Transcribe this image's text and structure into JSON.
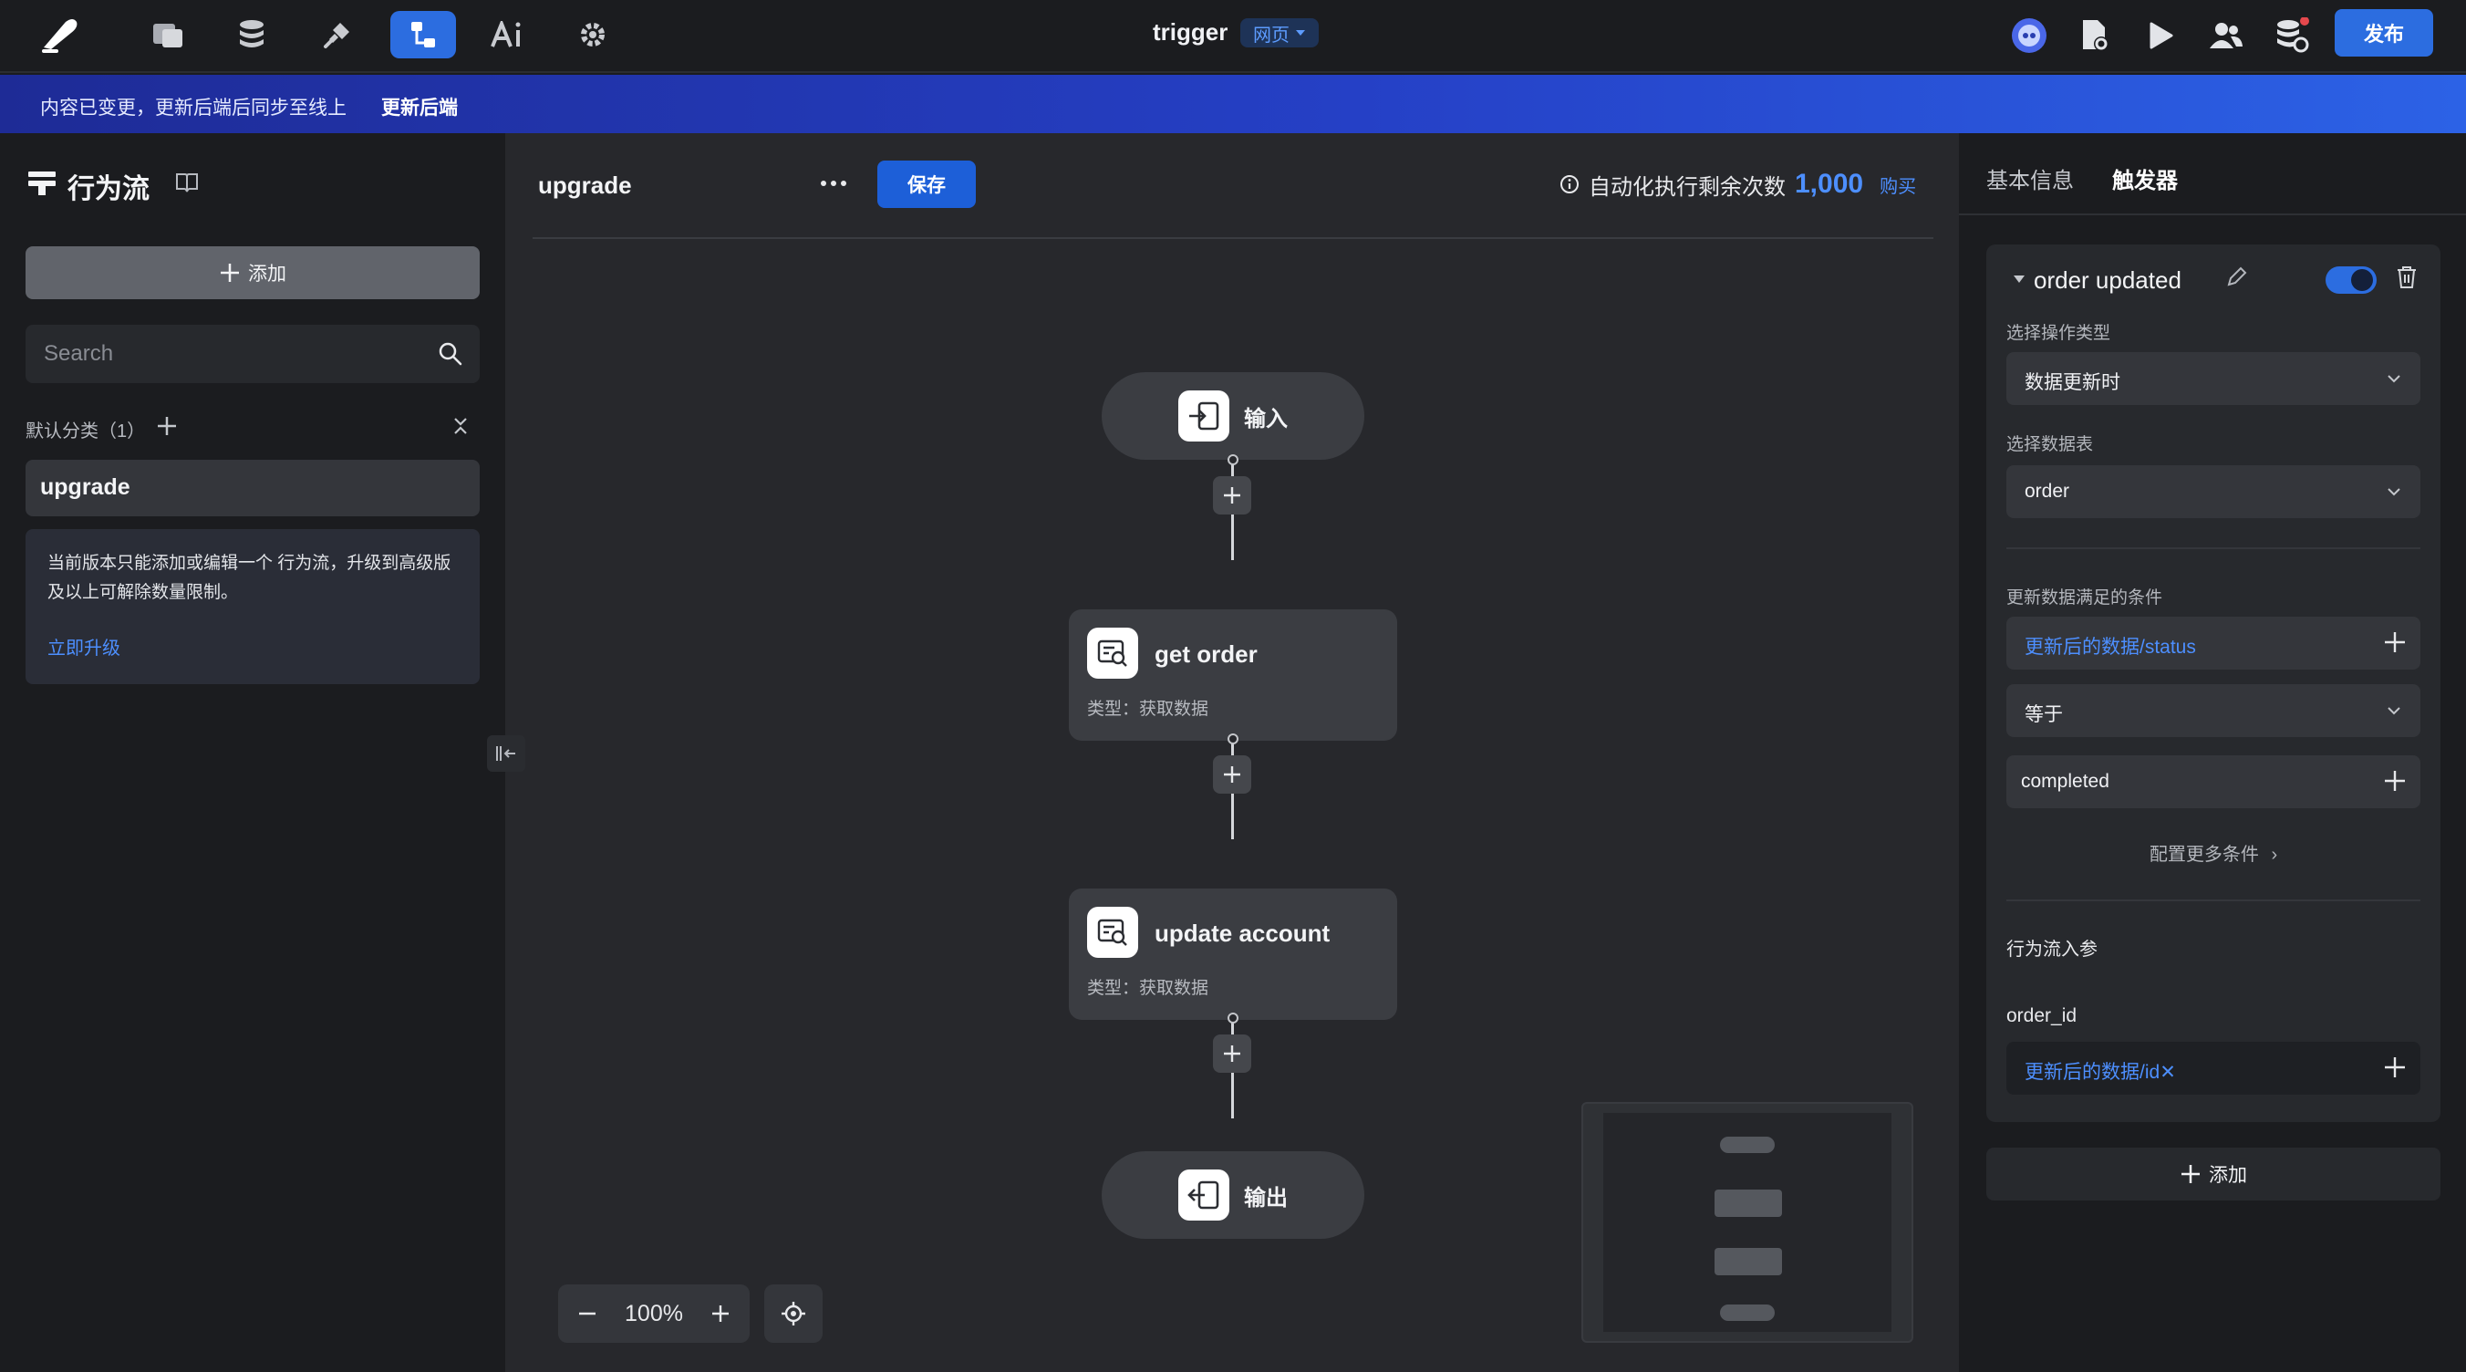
{
  "topbar": {
    "app_title": "trigger",
    "env_label": "网页",
    "publish_label": "发布",
    "left_icons": [
      "logo-icon",
      "pages-icon",
      "database-icon",
      "plugin-icon",
      "workflow-icon",
      "ai-icon",
      "settings-icon"
    ],
    "right_icons": [
      "assistant-icon",
      "page-settings-icon",
      "preview-icon",
      "users-icon",
      "data-sync-icon"
    ]
  },
  "banner": {
    "message": "内容已变更，更新后端后同步至线上",
    "action_label": "更新后端"
  },
  "sidebar": {
    "title": "行为流",
    "add_label": "添加",
    "search_placeholder": "Search",
    "category_label": "默认分类（1）",
    "items": [
      {
        "label": "upgrade"
      }
    ],
    "notice_text": "当前版本只能添加或编辑一个 行为流，升级到高级版及以上可解除数量限制。",
    "notice_link": "立即升级"
  },
  "canvas": {
    "flow_name": "upgrade",
    "save_label": "保存",
    "quota_label": "自动化执行剩余次数",
    "quota_value": "1,000",
    "quota_buy": "购买",
    "zoom": "100%",
    "nodes": [
      {
        "kind": "start",
        "label": "输入"
      },
      {
        "kind": "step",
        "title": "get order",
        "type_label": "类型：获取数据"
      },
      {
        "kind": "step",
        "title": "update account",
        "type_label": "类型：获取数据"
      },
      {
        "kind": "end",
        "label": "输出"
      }
    ]
  },
  "right_panel": {
    "tabs": [
      "基本信息",
      "触发器"
    ],
    "active_tab": "触发器",
    "trigger": {
      "name": "order updated",
      "enabled": true,
      "op_type_label": "选择操作类型",
      "op_type_value": "数据更新时",
      "table_label": "选择数据表",
      "table_value": "order",
      "condition_label": "更新数据满足的条件",
      "condition_field": "更新后的数据/status",
      "condition_operator": "等于",
      "condition_value": "completed",
      "more_conditions": "配置更多条件",
      "params_label": "行为流入参",
      "param_name": "order_id",
      "param_value": "更新后的数据/id",
      "param_clear": "✕"
    },
    "add_label": "添加"
  },
  "colors": {
    "accent": "#2c6de0",
    "link": "#4d8fff",
    "background": "#1b1c1f",
    "canvas": "#27282c"
  }
}
